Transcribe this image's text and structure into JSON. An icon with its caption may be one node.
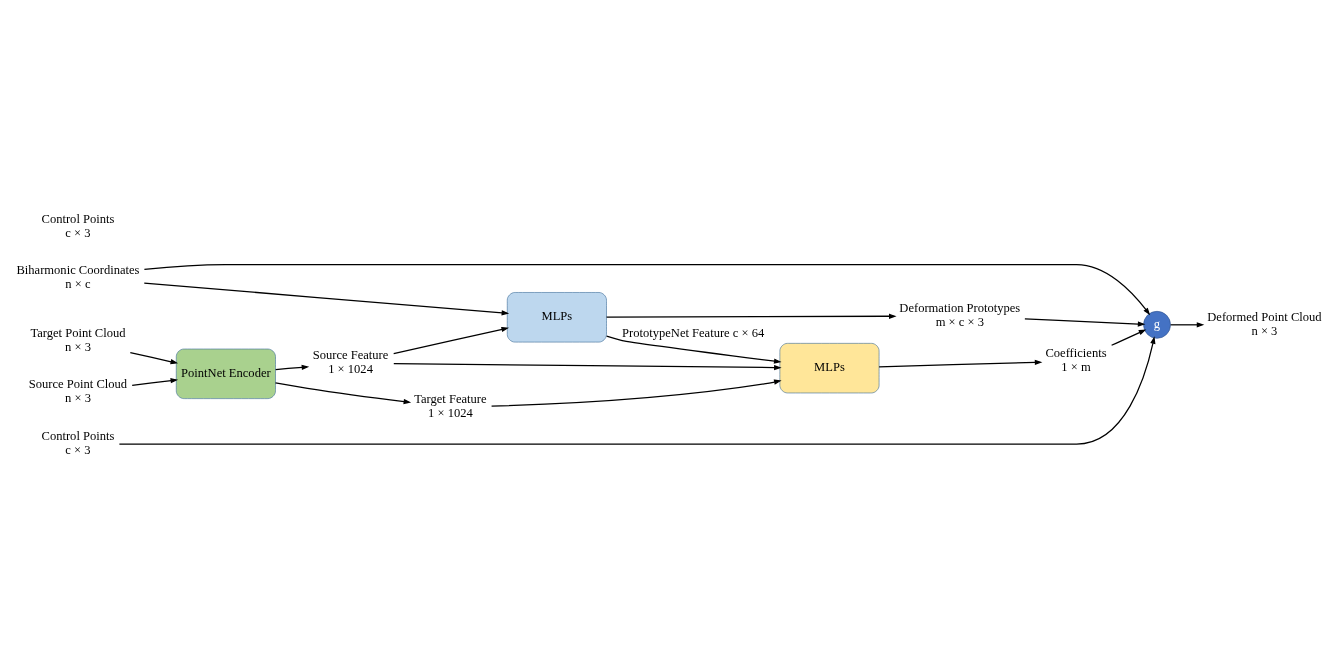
{
  "diagram": {
    "nodes": [
      {
        "text": [
          "Biharmonic Coordinates",
          "n × c"
        ]
      },
      {
        "text": [
          "Control Points",
          "c × 3"
        ]
      },
      {
        "text": [
          "MLPs"
        ]
      },
      {
        "text": [
          "Deformation Prototypes",
          "m × c × 3"
        ]
      },
      {
        "text": [
          "Source Point Cloud",
          "n × 3"
        ]
      },
      {
        "text": [
          "PointNet Encoder"
        ]
      },
      {
        "text": [
          "Source Feature",
          "1 × 1024"
        ]
      },
      {
        "text": [
          "g"
        ]
      },
      {
        "text": [
          "Deformed Point Cloud",
          "n × 3"
        ]
      },
      {
        "text": [
          "Target Point Cloud",
          "n × 3"
        ]
      },
      {
        "text": [
          "Target Feature",
          "1 × 1024"
        ]
      },
      {
        "text": [
          "MLPs"
        ]
      },
      {
        "text": [
          "Coefficients",
          "1 × m"
        ]
      },
      {
        "text": [
          "Control Points",
          "c × 3"
        ]
      }
    ],
    "edges": [
      {
        "from": 0,
        "to": 2,
        "arrow": "to"
      },
      {
        "from": 6,
        "to": 2,
        "arrow": "to"
      },
      {
        "from": 2,
        "to": 3,
        "arrow": "to"
      },
      {
        "from": 4,
        "to": 5,
        "arrow": "to"
      },
      {
        "from": 9,
        "to": 5,
        "arrow": "to"
      },
      {
        "from": 5,
        "to": 6,
        "arrow": "to"
      },
      {
        "from": 5,
        "to": 10,
        "arrow": "to"
      },
      {
        "from": 2,
        "to": 11,
        "arrow": "to",
        "label": "PrototypeNet Feature c × 64"
      },
      {
        "from": 6,
        "to": 11,
        "arrow": "to"
      },
      {
        "from": 10,
        "to": 11,
        "arrow": "to"
      },
      {
        "from": 11,
        "to": 12,
        "arrow": "to"
      },
      {
        "from": 0,
        "to": 7,
        "arrow": "to"
      },
      {
        "from": 3,
        "to": 7,
        "arrow": "to"
      },
      {
        "from": 12,
        "to": 7,
        "arrow": "to"
      },
      {
        "from": 13,
        "to": 7,
        "arrow": "to"
      },
      {
        "from": 7,
        "to": 8,
        "arrow": "to"
      }
    ]
  }
}
